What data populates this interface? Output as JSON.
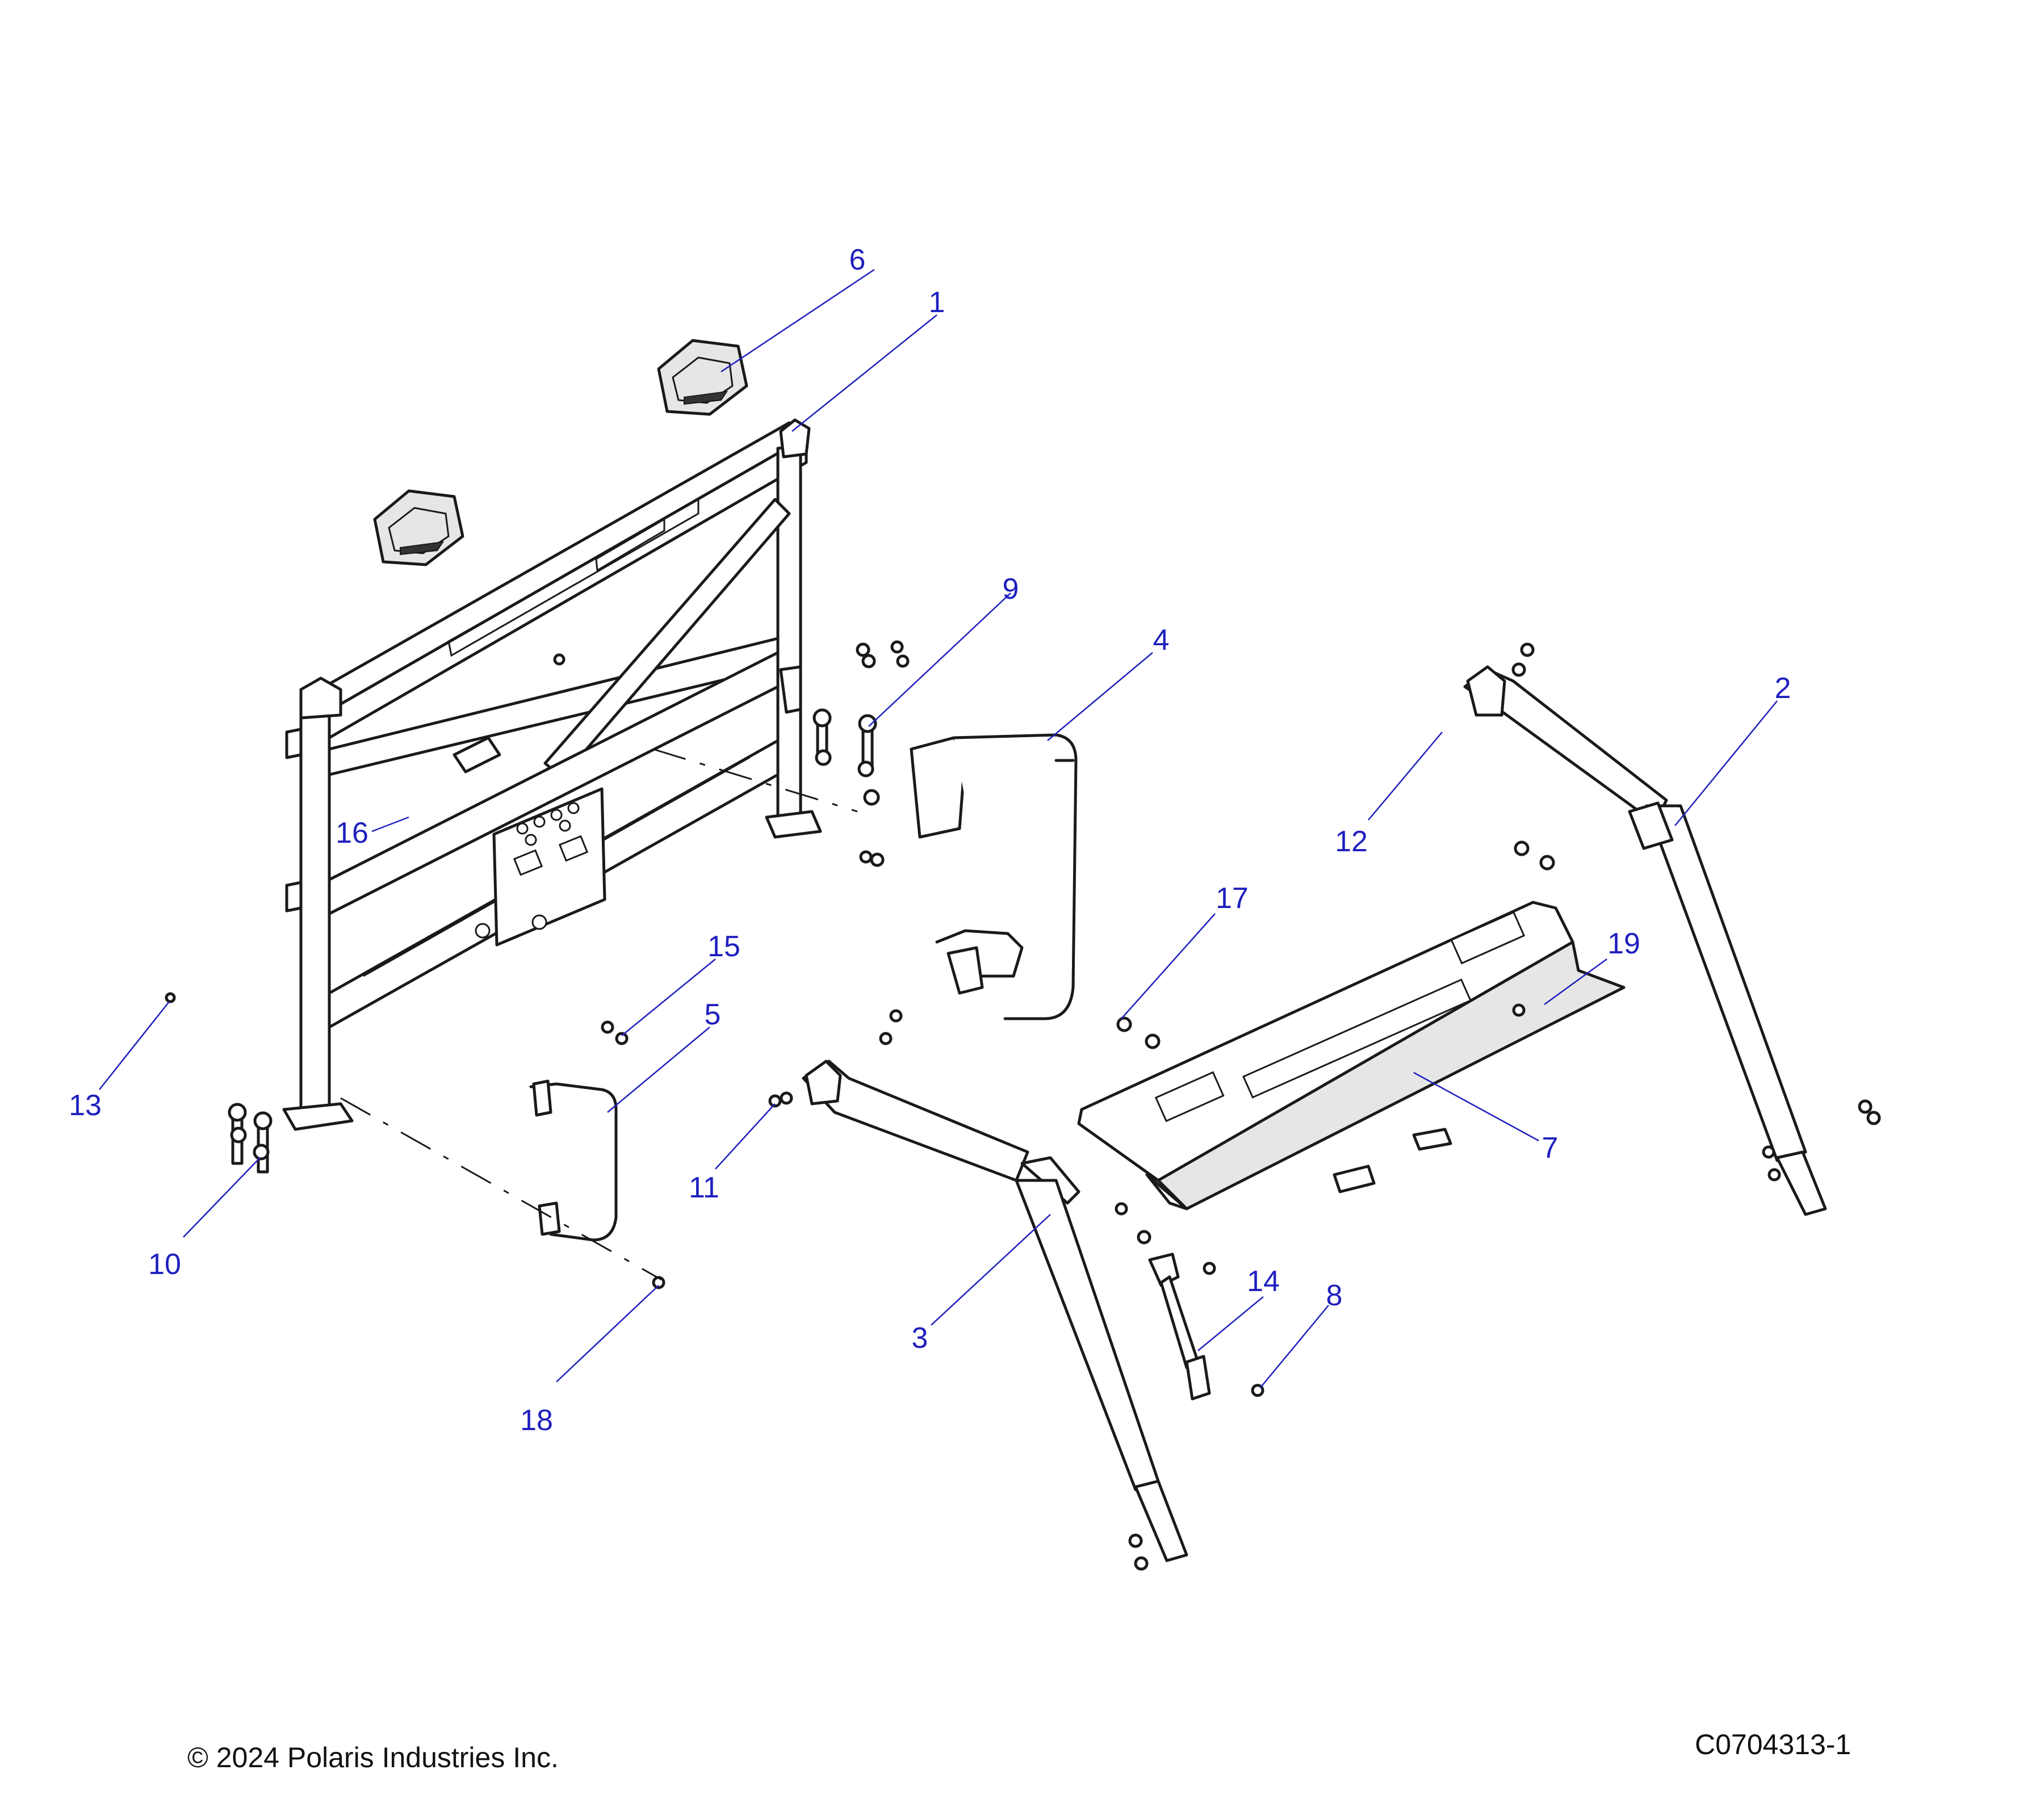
{
  "callouts": [
    {
      "label": "1"
    },
    {
      "label": "2"
    },
    {
      "label": "3"
    },
    {
      "label": "4"
    },
    {
      "label": "5"
    },
    {
      "label": "6"
    },
    {
      "label": "7"
    },
    {
      "label": "8"
    },
    {
      "label": "9"
    },
    {
      "label": "10"
    },
    {
      "label": "11"
    },
    {
      "label": "12"
    },
    {
      "label": "13"
    },
    {
      "label": "14"
    },
    {
      "label": "15"
    },
    {
      "label": "16"
    },
    {
      "label": "17"
    },
    {
      "label": "18"
    },
    {
      "label": "19"
    }
  ],
  "footer": {
    "copyright": "© 2024 Polaris Industries Inc.",
    "figure_id": "C0704313-1"
  },
  "colors": {
    "callout": "#1f1fbf",
    "line": "#1a1a1a"
  }
}
